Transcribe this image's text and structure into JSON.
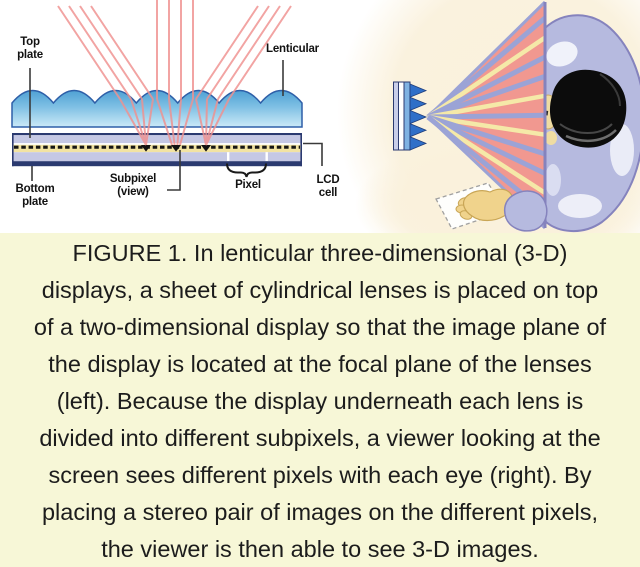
{
  "diagram": {
    "labels": {
      "top_plate": "Top\nplate",
      "lenticular": "Lenticular",
      "subpixel": "Subpixel\n(view)",
      "pixel": "Pixel",
      "lcd_cell": "LCD\ncell",
      "bottom_plate": "Bottom\nplate"
    }
  },
  "caption": {
    "lines": [
      "FIGURE 1. In lenticular three-dimensional (3-D)",
      "displays, a sheet of cylindrical lenses is placed on top",
      "of a two-dimensional display so that the image plane of",
      "the display is located at the focal plane of the lenses",
      "(left). Because the display underneath each lens is",
      "divided into different subpixels, a viewer looking at the",
      "screen sees different pixels with each eye (right). By",
      "placing a stereo pair of images on the different pixels,",
      "the viewer is then able to see 3-D images."
    ]
  },
  "colors": {
    "caption_bg": "#F7F7D7",
    "ray_pink": "#F0918F",
    "lens_blue_top": "#4FA1D4",
    "lens_blue_bottom": "#CBE9F7",
    "plate_lavender": "#C5C8E4",
    "subpixel_yellow": "#F2E3A2",
    "navy": "#2B3A70",
    "fan_pink": "#F19890",
    "fan_periwinkle": "#9BA3D6",
    "fan_yellow": "#F5E9A8",
    "fan_edge_purple": "#8583BD",
    "body_lavender": "#B6BADF",
    "hair_black": "#0C0C0C",
    "skin_tan": "#EFDCA2",
    "cream_background": "#FAF1DC",
    "screen_blue": "#2F6FC8"
  }
}
